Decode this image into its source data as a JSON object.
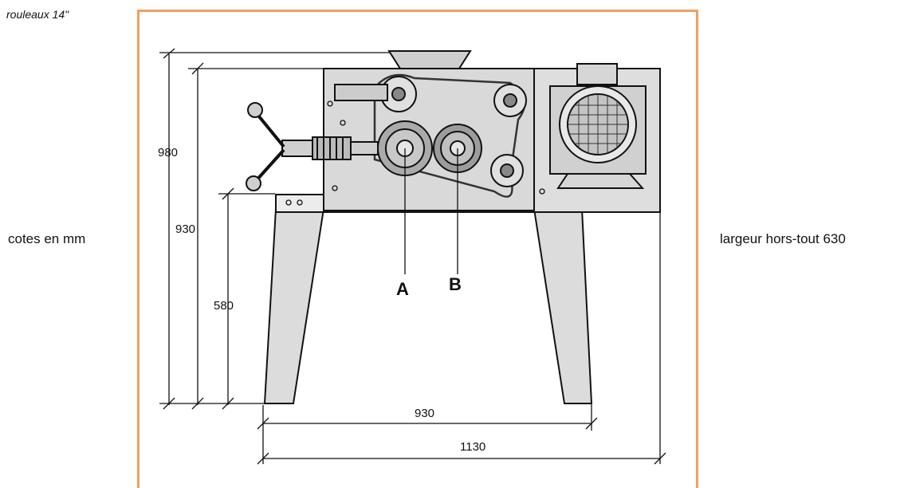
{
  "notes": {
    "rouleaux": "rouleaux 14\"",
    "cotes": "cotes en mm",
    "largeur": "largeur hors-tout  630"
  },
  "dimensions": {
    "height_total": "980",
    "height_body": "930",
    "height_legs": "580",
    "width_legs": "930",
    "width_total": "1130"
  },
  "labels": {
    "roller_a": "A",
    "roller_b": "B"
  },
  "colors": {
    "frame": "#f0a060",
    "machine_fill": "#d9d9d9",
    "stroke": "#111111"
  }
}
